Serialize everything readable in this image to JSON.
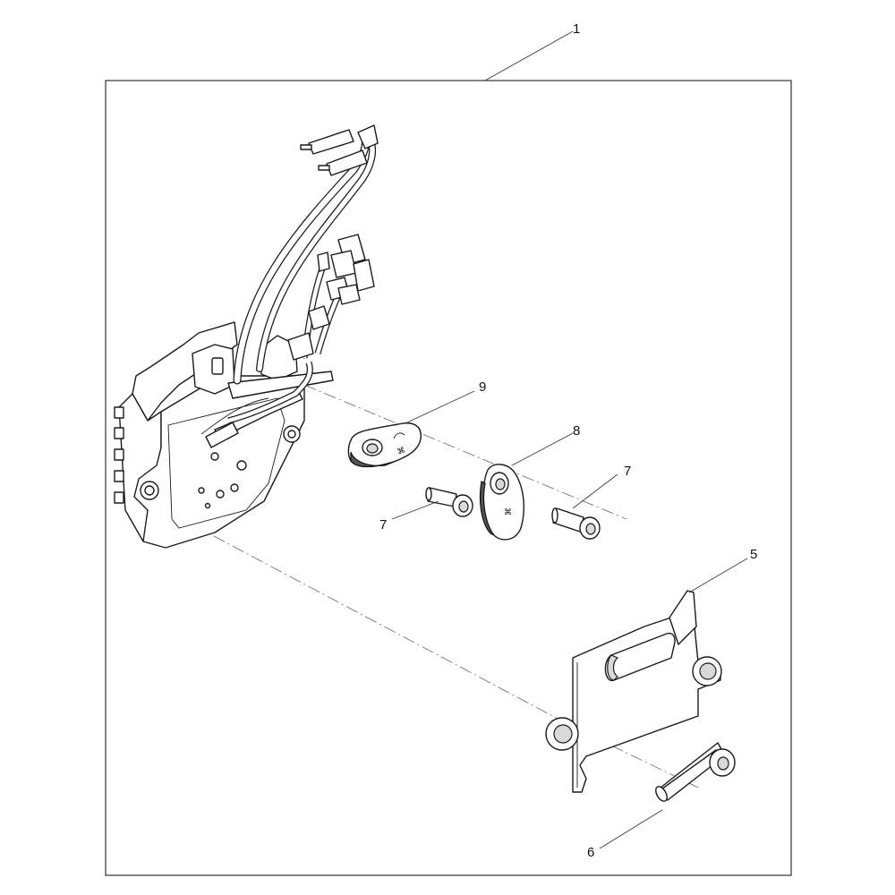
{
  "callouts": {
    "c1": "1",
    "c5": "5",
    "c6": "6",
    "c7a": "7",
    "c7b": "7",
    "c8": "8",
    "c9": "9"
  },
  "parts": {
    "p1": "main-assembly",
    "p5": "cover-plate",
    "p6": "long-screw",
    "p7": "short-screw",
    "p8": "cable-clamp",
    "p9": "cable-clamp"
  }
}
